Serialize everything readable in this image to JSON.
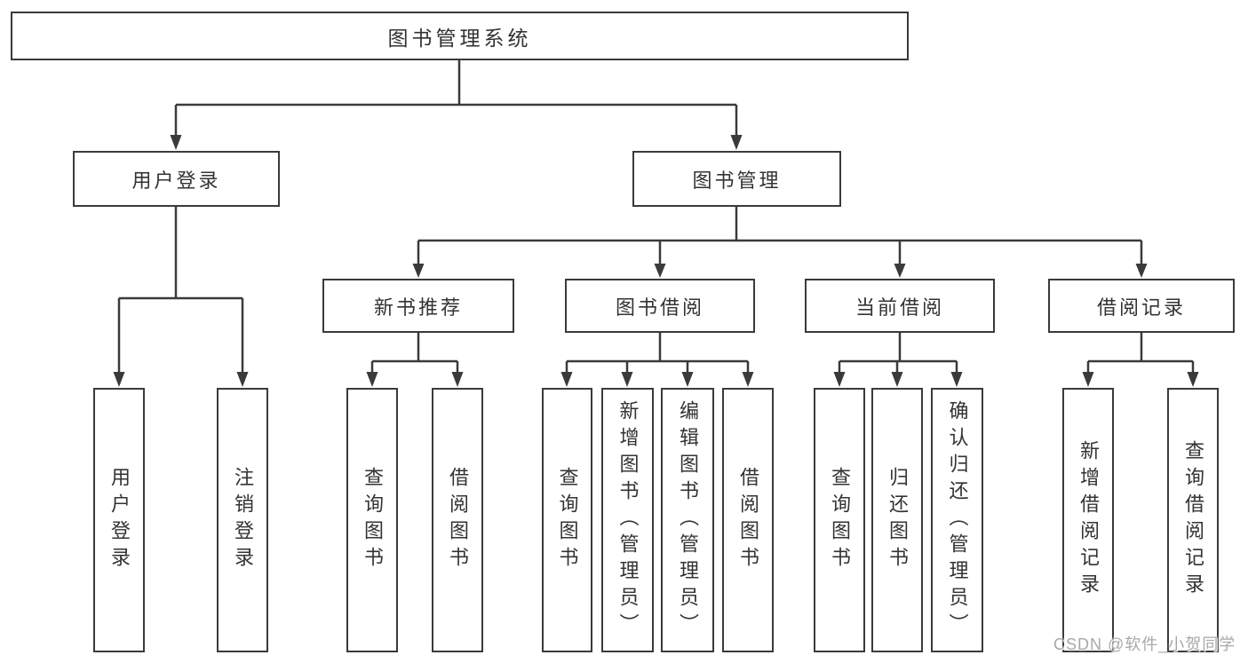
{
  "diagram": {
    "title": "图书管理系统",
    "tree": {
      "label": "图书管理系统",
      "children": [
        {
          "label": "用户登录",
          "children": [
            {
              "label": "用户登录"
            },
            {
              "label": "注销登录"
            }
          ]
        },
        {
          "label": "图书管理",
          "children": [
            {
              "label": "新书推荐",
              "children": [
                {
                  "label": "查询图书"
                },
                {
                  "label": "借阅图书"
                }
              ]
            },
            {
              "label": "图书借阅",
              "children": [
                {
                  "label": "查询图书"
                },
                {
                  "label": "新增图书（管理员）"
                },
                {
                  "label": "编辑图书（管理员）"
                },
                {
                  "label": "借阅图书"
                }
              ]
            },
            {
              "label": "当前借阅",
              "children": [
                {
                  "label": "查询图书"
                },
                {
                  "label": "归还图书"
                },
                {
                  "label": "确认归还（管理员）"
                }
              ]
            },
            {
              "label": "借阅记录",
              "children": [
                {
                  "label": "新增借阅记录"
                },
                {
                  "label": "查询借阅记录"
                }
              ]
            }
          ]
        }
      ]
    },
    "line_color": "#3a3a3a",
    "text_color": "#333333",
    "box_fill": "#ffffff"
  },
  "watermark": {
    "text": "CSDN @软件_小贺同学"
  }
}
